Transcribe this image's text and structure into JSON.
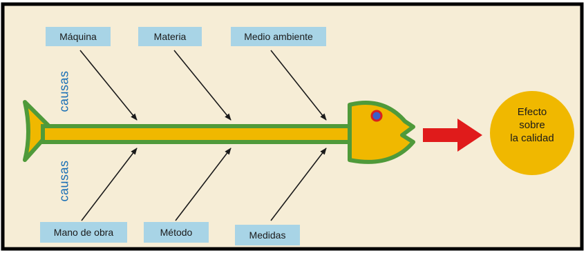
{
  "causes_top": [
    "Máquina",
    "Materia",
    "Medio ambiente"
  ],
  "causes_bottom": [
    "Mano de obra",
    "Método",
    "Medidas"
  ],
  "side_label": "causas",
  "effect_lines": [
    "Efecto",
    "sobre",
    "la calidad"
  ],
  "colors": {
    "background": "#f6edd6",
    "frame": "#000000",
    "fish_fill": "#f0b800",
    "fish_outline": "#4f9a3a",
    "box_fill": "#a8d4e6",
    "side_label_text": "#1a6fb5",
    "effect_arrow": "#e01b1b",
    "eye_outer": "#d72020",
    "eye_inner": "#3a5fc9"
  }
}
